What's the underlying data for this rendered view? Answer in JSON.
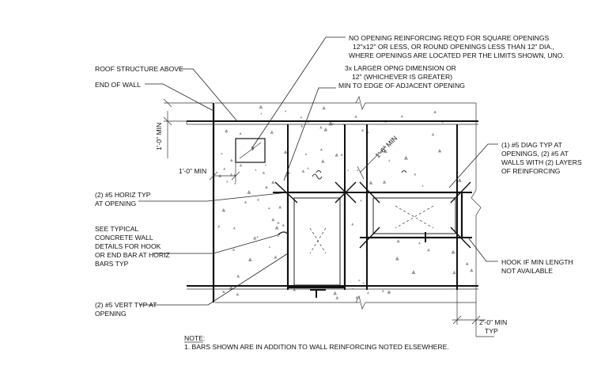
{
  "callouts": {
    "no_opening_reinforcing": [
      "NO OPENING REINFORCING REQ'D FOR SQUARE OPENINGS",
      "12\"x12\" OR LESS, OR ROUND OPENINGS LESS THAN 12\" DIA.,",
      "WHERE OPENINGS ARE LOCATED PER THE LIMITS SHOWN, UNO."
    ],
    "larger_opng": [
      "3x LARGER OPNG DIMENSION OR",
      "12\" (WHICHEVER IS GREATER)",
      "MIN TO EDGE OF ADJACENT OPENING"
    ],
    "roof_structure": "ROOF STRUCTURE ABOVE",
    "end_of_wall": "END OF WALL",
    "horiz_bars": [
      "(2) #5 HORIZ TYP",
      "AT OPENING"
    ],
    "see_typical": [
      "SEE TYPICAL",
      "CONCRETE WALL",
      "DETAILS FOR HOOK",
      "OR END BAR AT HORIZ",
      "BARS TYP"
    ],
    "vert_bars": [
      "(2) #5 VERT TYP AT",
      "OPENING"
    ],
    "diag_bars": [
      "(1) #5 DIAG TYP AT",
      "OPENINGS, (2) #5 AT",
      "WALLS WITH (2) LAYERS",
      "OF REINFORCING"
    ],
    "hook_if_min": [
      "HOOK IF MIN LENGTH",
      "NOT AVAILABLE"
    ]
  },
  "dimensions": {
    "vert_min": "1'-0\" MIN",
    "horiz_min": "1'-0\" MIN",
    "diag_min": "1'-6\" MIN",
    "bottom_min": [
      "2'-0\" MIN",
      "TYP"
    ]
  },
  "note": {
    "heading": "NOTE:",
    "items": [
      "1.     BARS SHOWN ARE IN ADDITION TO WALL REINFORCING NOTED ELSEWHERE."
    ]
  }
}
